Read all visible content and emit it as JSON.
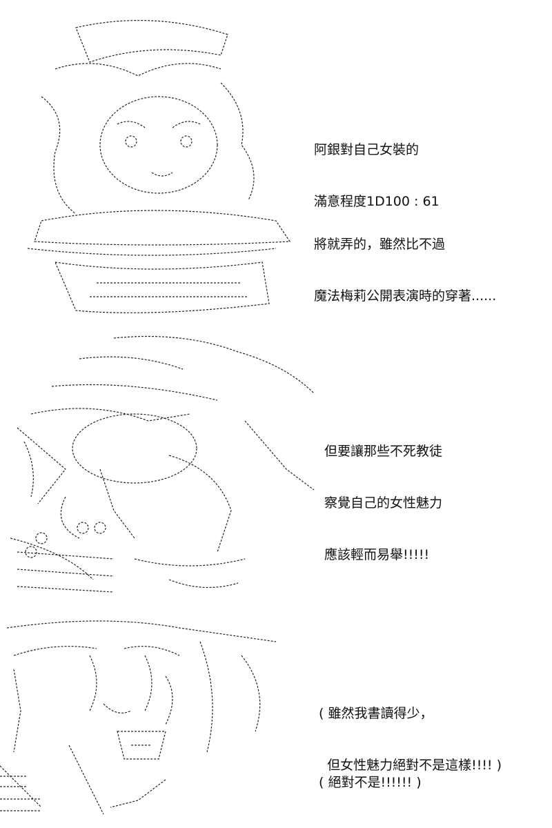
{
  "panels": [
    {
      "lines": [
        "阿銀對自己女裝的",
        "滿意程度1D100 : 61"
      ],
      "lines2": [
        "將就弄的，雖然比不過",
        "魔法梅莉公開表演時的穿著......"
      ]
    },
    {
      "lines": [
        "但要讓那些不死教徒",
        "察覺自己的女性魅力",
        "應該輕而易舉!!!!!"
      ]
    },
    {
      "lines": [
        "( 雖然我書讀得少，",
        "  但女性魅力絕對不是這樣!!!! )"
      ],
      "lines2": [
        "( 絕對不是!!!!!! )"
      ]
    }
  ],
  "colors": {
    "ink": "#111111",
    "background": "#ffffff"
  }
}
